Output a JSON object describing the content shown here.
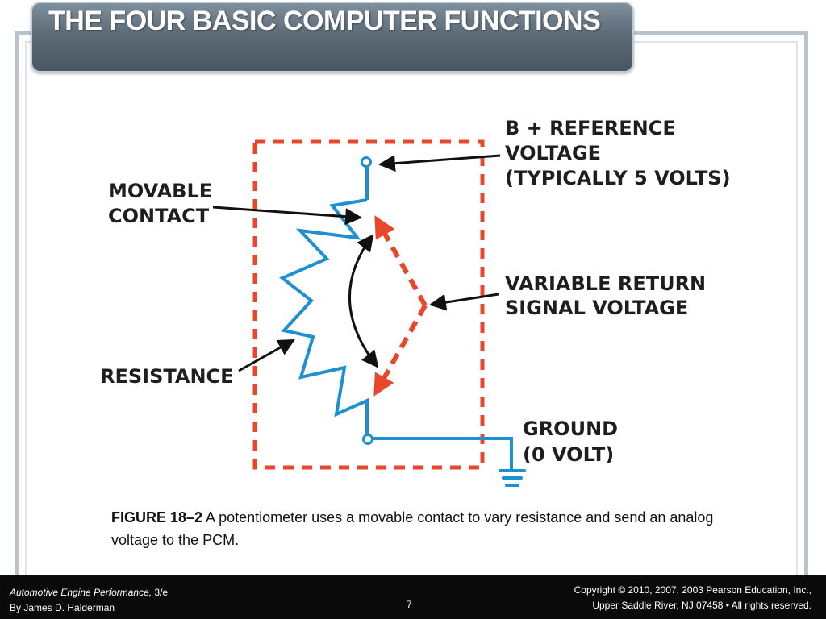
{
  "slide": {
    "title": "THE FOUR BASIC COMPUTER FUNCTIONS"
  },
  "diagram": {
    "labels": {
      "reference_voltage": [
        "B + REFERENCE",
        "VOLTAGE",
        "(TYPICALLY 5 VOLTS)"
      ],
      "movable_contact": [
        "MOVABLE",
        "CONTACT"
      ],
      "variable_return": [
        "VARIABLE RETURN",
        "SIGNAL VOLTAGE"
      ],
      "resistance": [
        "RESISTANCE"
      ],
      "ground": [
        "GROUND",
        "(0 VOLT)"
      ]
    },
    "colors": {
      "wire": "#1e8fd0",
      "contact_dashes": "#e8472b",
      "label_text": "#1e1e1e",
      "pointer_arrows": "#111111"
    }
  },
  "caption": {
    "figure_label": "FIGURE 18–2",
    "text": " A potentiometer uses a movable contact to vary resistance and send an analog voltage to the PCM."
  },
  "footer": {
    "book_title": "Automotive Engine Performance,",
    "edition": " 3/e",
    "author": "By James D. Halderman",
    "page_number": "7",
    "copyright_line1": "Copyright © 2010, 2007, 2003 Pearson Education, Inc.,",
    "copyright_line2": "Upper Saddle River, NJ 07458 • All rights reserved."
  }
}
